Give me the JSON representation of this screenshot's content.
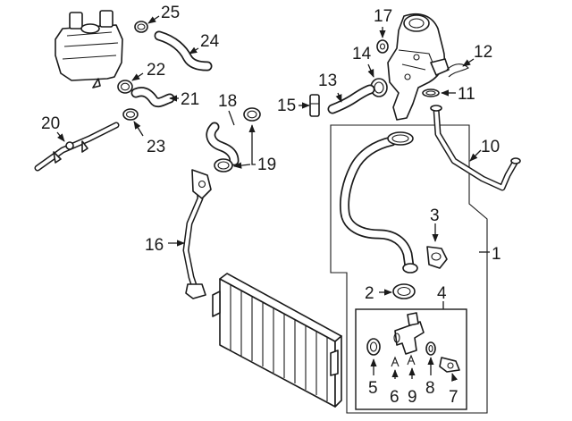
{
  "callouts": {
    "c1": "1",
    "c2": "2",
    "c3": "3",
    "c4": "4",
    "c5": "5",
    "c6": "6",
    "c7": "7",
    "c8": "8",
    "c9": "9",
    "c10": "10",
    "c11": "11",
    "c12": "12",
    "c13": "13",
    "c14": "14",
    "c15": "15",
    "c16": "16",
    "c17": "17",
    "c18": "18",
    "c19": "19",
    "c20": "20",
    "c21": "21",
    "c22": "22",
    "c23": "23",
    "c24": "24",
    "c25": "25"
  },
  "colors": {
    "line": "#1a1a1a",
    "background": "#ffffff"
  }
}
